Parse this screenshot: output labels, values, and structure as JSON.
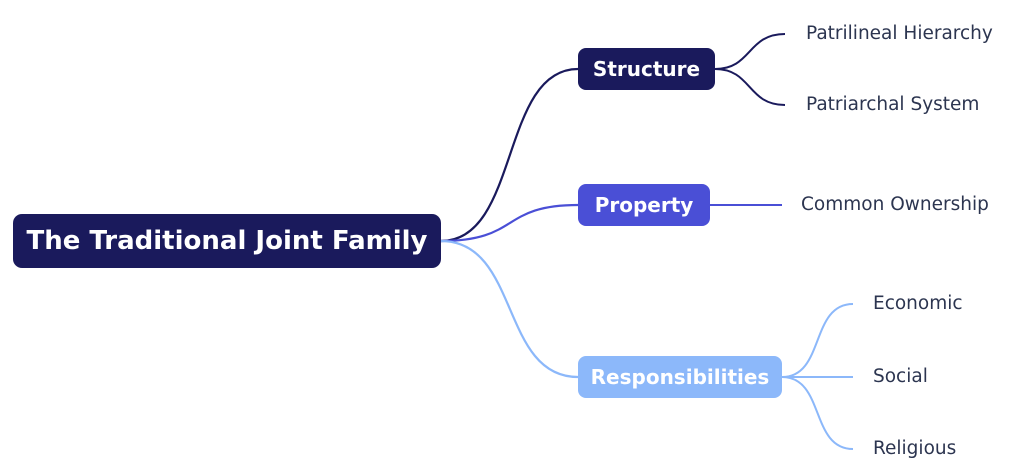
{
  "root": {
    "label": "The Traditional Joint Family",
    "color": "#1a1a5c"
  },
  "branches": [
    {
      "label": "Structure",
      "color": "#1a1a5c",
      "leaves": [
        "Patrilineal Hierarchy",
        "Patriarchal System"
      ]
    },
    {
      "label": "Property",
      "color": "#4a4fd6",
      "leaves": [
        "Common Ownership"
      ]
    },
    {
      "label": "Responsibilities",
      "color": "#8cb8fa",
      "leaves": [
        "Economic",
        "Social",
        "Religious"
      ]
    }
  ],
  "leaf_text_color": "#2c3550"
}
